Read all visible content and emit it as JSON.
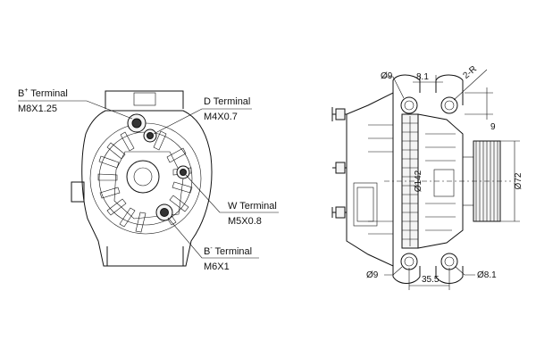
{
  "terminals": {
    "b_plus": {
      "name": "B",
      "sign": "+",
      "suffix": " Terminal",
      "thread": "M8X1.25"
    },
    "d": {
      "label": "D Terminal",
      "thread": "M4X0.7"
    },
    "w": {
      "label": "W Terminal",
      "thread": "M5X0.8"
    },
    "b_minus": {
      "name": "B",
      "sign": "-",
      "suffix": " Terminal",
      "thread": "M6X1"
    }
  },
  "dimensions": {
    "hole_top_left": "Ø9",
    "spacing_top": "8.1",
    "radius": "2-R",
    "offset_right": "9",
    "pulley_dia": "Ø72",
    "body_dia": "Ø142",
    "hole_bottom_left": "Ø9",
    "spacing_bottom": "35.5",
    "hole_bottom_right": "Ø8.1"
  }
}
